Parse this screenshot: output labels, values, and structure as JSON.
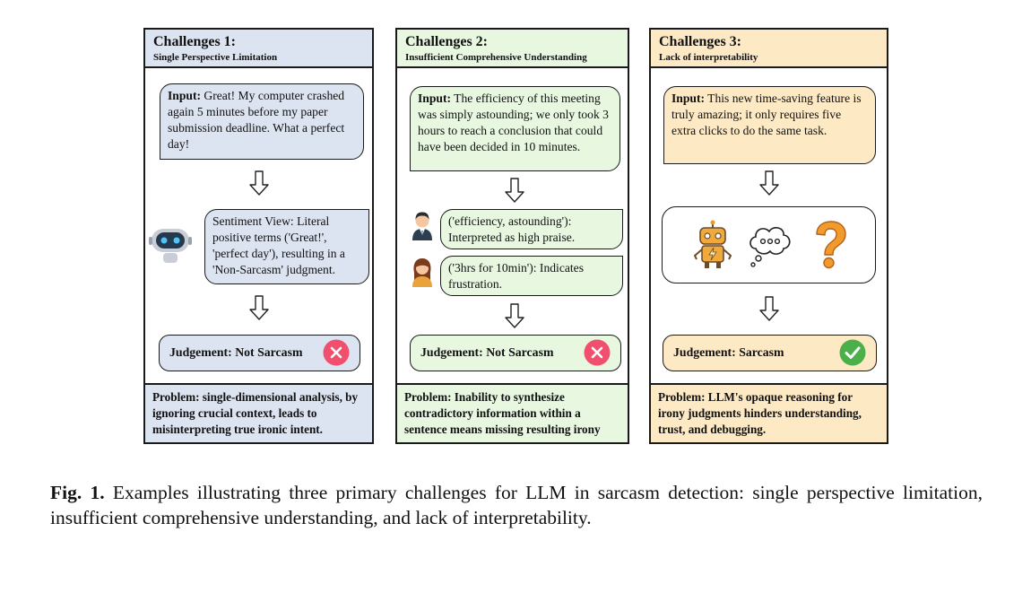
{
  "panels": [
    {
      "title": "Challenges 1:",
      "subtitle": "Single Perspective Limitation",
      "input_label": "Input:",
      "input_text": " Great! My computer crashed again 5 minutes before my paper submission deadline. What a perfect day!",
      "analysis_text": "Sentiment View: Literal positive terms ('Great!', 'perfect day'), resulting in a 'Non-Sarcasm' judgment.",
      "judgement": "Judgement: Not Sarcasm",
      "problem_label": "Problem:",
      "problem_text": " single-dimensional analysis, by ignoring crucial context, leads to misinterpreting true ironic intent.",
      "judge_icon": "cross-icon"
    },
    {
      "title": "Challenges 2:",
      "subtitle": "Insufficient Comprehensive Understanding",
      "input_label": "Input:",
      "input_text": " The efficiency of this meeting was simply astounding; we only took 3 hours to reach a conclusion that could have been decided in 10 minutes.",
      "view_a": "('efficiency, astounding'): Interpreted as high praise.",
      "view_b": "('3hrs for 10min'): Indicates frustration.",
      "judgement": "Judgement: Not Sarcasm",
      "problem_label": "Problem:",
      "problem_text": " Inability to synthesize contradictory information within a sentence means missing resulting irony",
      "judge_icon": "cross-icon"
    },
    {
      "title": "Challenges 3:",
      "subtitle": "Lack of interpretability",
      "input_label": "Input:",
      "input_text": " This new time-saving feature is truly amazing; it only requires five extra clicks to do the same task.",
      "judgement": "Judgement: Sarcasm",
      "problem_label": "Problem:",
      "problem_text": " LLM's opaque reasoning for irony judgments hinders understanding, trust, and debugging.",
      "judge_icon": "check-icon"
    }
  ],
  "caption": {
    "label": "Fig. 1.",
    "text": " Examples illustrating three primary challenges for LLM in sarcasm detection: single perspective limitation, insufficient comprehensive understanding, and lack of interpretability."
  },
  "colors": {
    "panel1": "#dce3f1",
    "panel2": "#e7f7e0",
    "panel3": "#fde9c4",
    "cross": "#f0506e",
    "check": "#4cb04a"
  }
}
